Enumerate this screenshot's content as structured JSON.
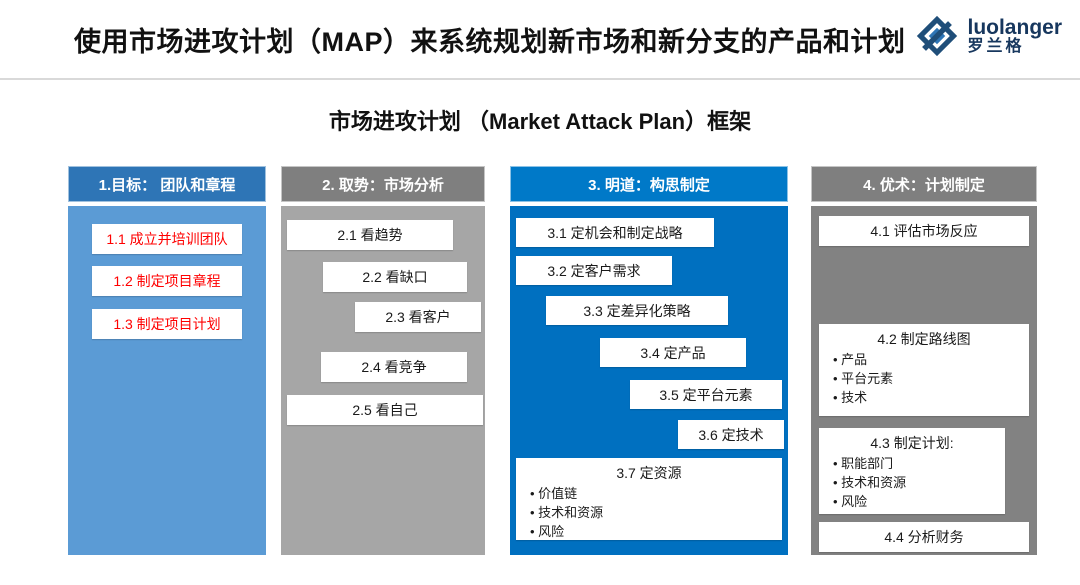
{
  "page": {
    "title": "使用市场进攻计划（MAP）来系统规划新市场和新分支的产品和计划",
    "subtitle": "市场进攻计划 （Market Attack Plan）框架"
  },
  "logo": {
    "name": "luolanger",
    "cn": "罗兰格"
  },
  "colors": {
    "col1_header": "#2E75B6",
    "col1_body": "#5B9BD5",
    "col2_header": "#7F7F7F",
    "col2_body": "#A6A6A6",
    "col3_header": "#0079C8",
    "col3_body": "#0070C0",
    "col4_header": "#7F7F7F",
    "col4_body": "#828282",
    "red_item_text": "#FF0000"
  },
  "columns": [
    {
      "header": "1.目标： 团队和章程",
      "items": [
        "1.1 成立并培训团队",
        "1.2 制定项目章程",
        "1.3 制定项目计划"
      ]
    },
    {
      "header": "2. 取势：市场分析",
      "items": [
        "2.1 看趋势",
        "2.2 看缺口",
        "2.3 看客户",
        "2.4  看竞争",
        "2.5 看自己"
      ]
    },
    {
      "header": "3. 明道：构思制定",
      "items": [
        "3.1 定机会和制定战略",
        "3.2 定客户需求",
        "3.3 定差异化策略",
        "3.4 定产品",
        "3.5 定平台元素",
        "3.6 定技术"
      ],
      "resource_box": {
        "title": "3.7 定资源",
        "bullets": [
          "价值链",
          "技术和资源",
          "风险"
        ]
      }
    },
    {
      "header": "4. 优术：计划制定",
      "box1": "4.1 评估市场反应",
      "box2": {
        "title": "4.2 制定路线图",
        "bullets": [
          "产品",
          "平台元素",
          "技术"
        ]
      },
      "box3": {
        "title": "4.3 制定计划:",
        "bullets": [
          "职能部门",
          "技术和资源",
          "风险"
        ]
      },
      "box4": "4.4 分析财务"
    }
  ]
}
